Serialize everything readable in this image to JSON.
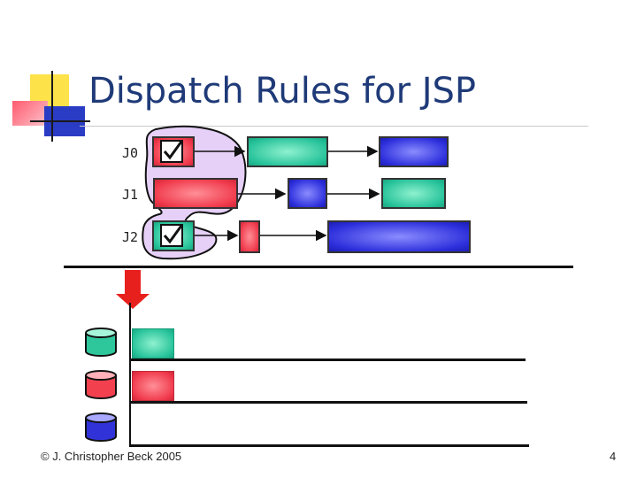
{
  "slide": {
    "title": "Dispatch Rules for JSP",
    "footer": "© J. Christopher Beck 2005",
    "page_number": "4"
  },
  "jobs": [
    {
      "label": "J0",
      "ready": true
    },
    {
      "label": "J1",
      "ready": false
    },
    {
      "label": "J2",
      "ready": true
    }
  ],
  "colors": {
    "title": "#1f3a78",
    "green": "#27c39a",
    "red": "#f03a4c",
    "blue": "#2d2fdc",
    "selection_fill": "#e6d0f7",
    "arrow": "#e8201d"
  },
  "icons": [
    "checkbox-checked-icon",
    "dispatch-arrow-icon",
    "machine-cylinder-icon"
  ]
}
